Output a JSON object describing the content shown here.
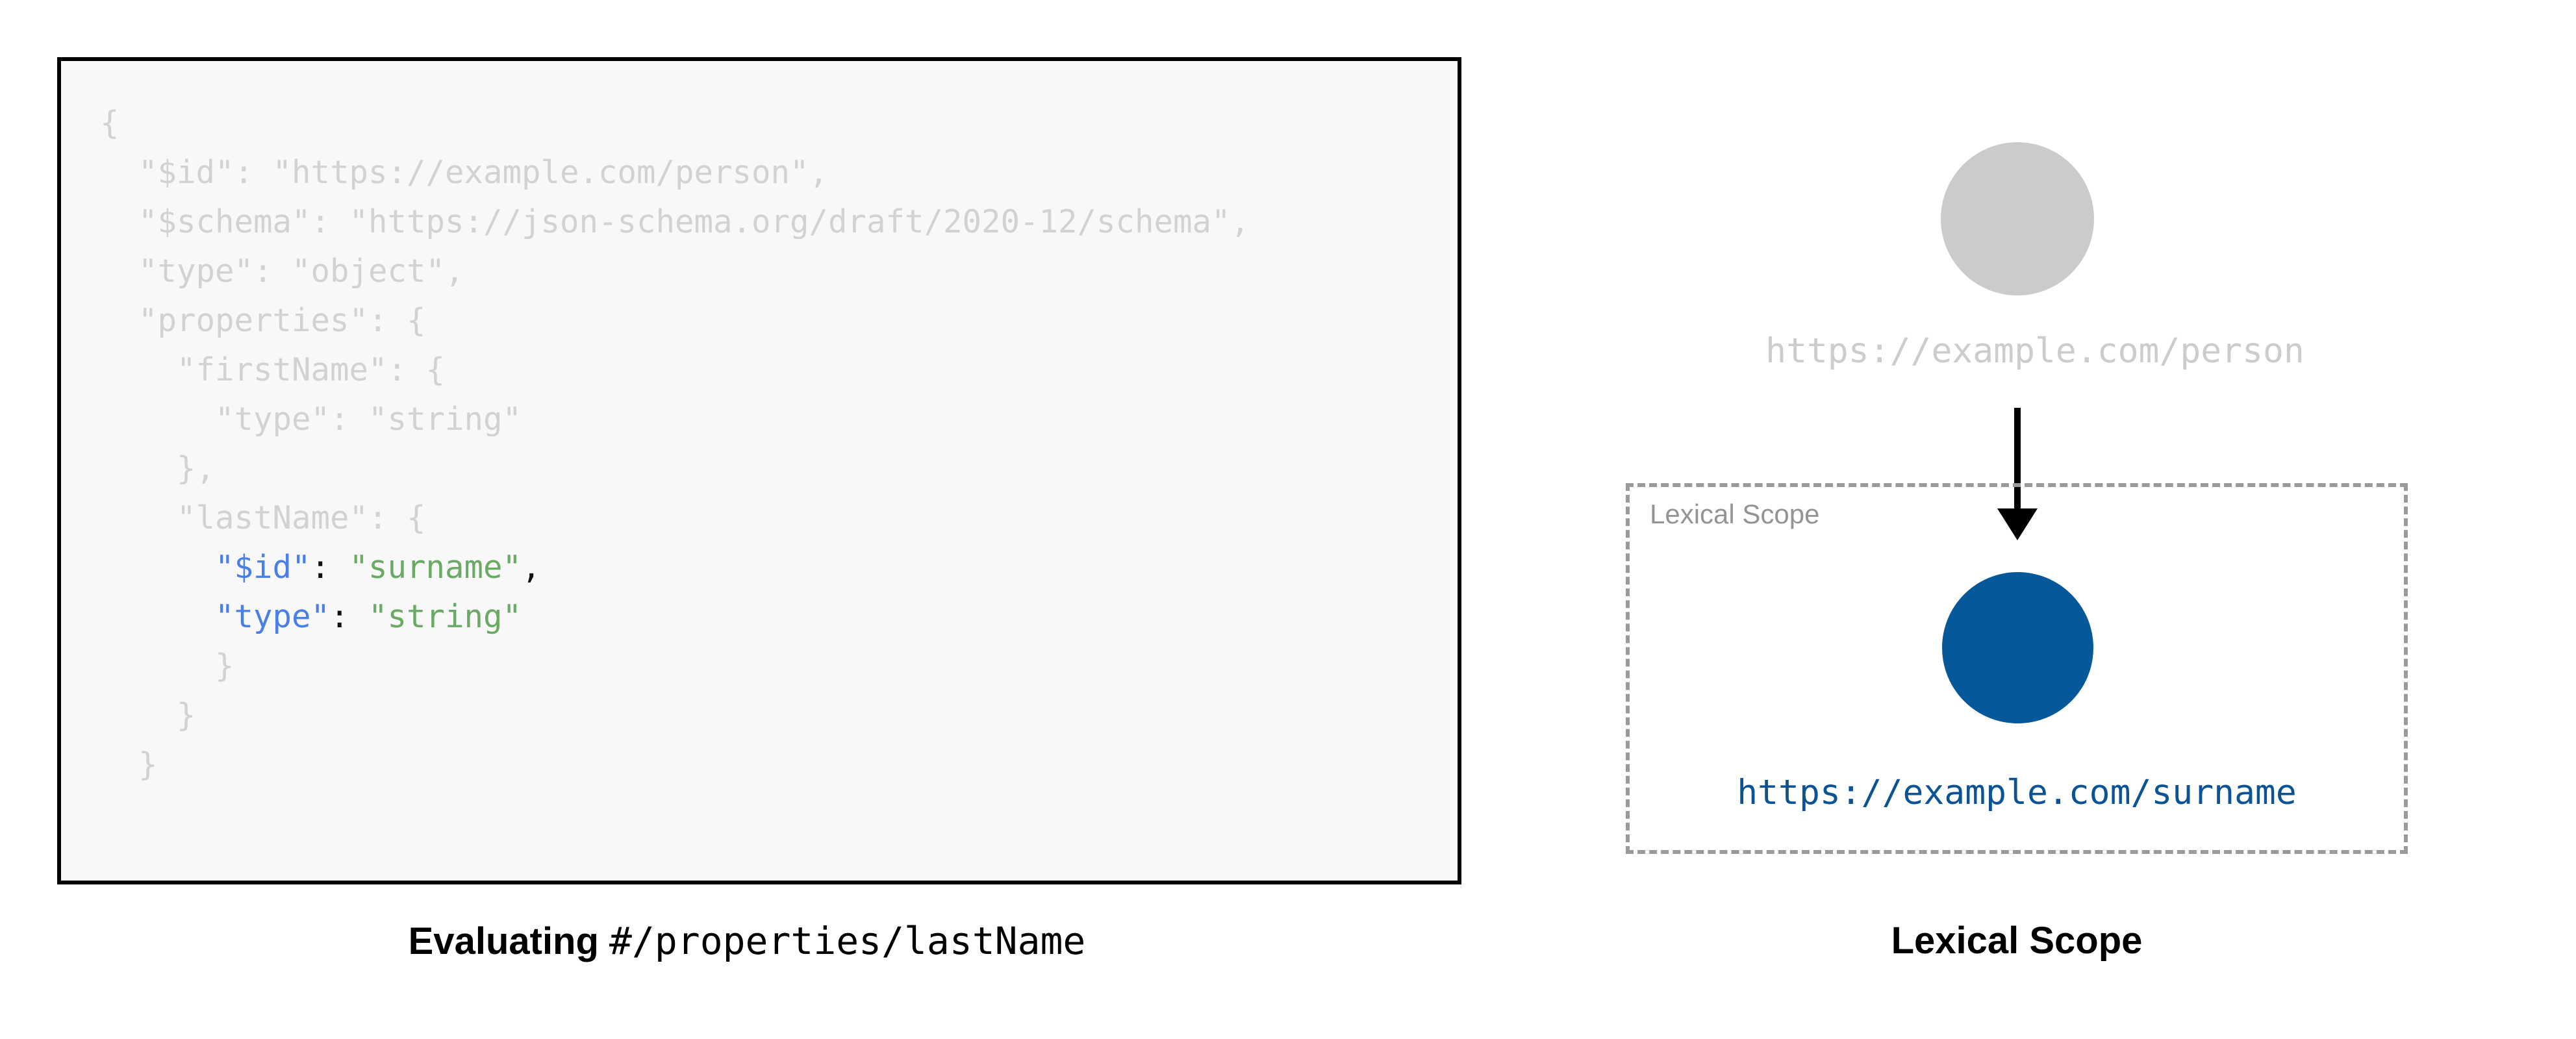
{
  "left": {
    "caption_bold": "Evaluating",
    "caption_mono": "#/properties/lastName",
    "code_lines": [
      {
        "indent": 0,
        "segments": [
          {
            "text": "{",
            "style": "dim"
          }
        ]
      },
      {
        "indent": 1,
        "segments": [
          {
            "text": "\"$id\": \"https://example.com/person\",",
            "style": "dim"
          }
        ]
      },
      {
        "indent": 1,
        "segments": [
          {
            "text": "\"$schema\": \"https://json-schema.org/draft/2020-12/schema\",",
            "style": "dim"
          }
        ]
      },
      {
        "indent": 1,
        "segments": [
          {
            "text": "\"type\": \"object\",",
            "style": "dim"
          }
        ]
      },
      {
        "indent": 1,
        "segments": [
          {
            "text": "\"properties\": {",
            "style": "dim"
          }
        ]
      },
      {
        "indent": 2,
        "segments": [
          {
            "text": "\"firstName\": {",
            "style": "dim"
          }
        ]
      },
      {
        "indent": 3,
        "segments": [
          {
            "text": "\"type\": \"string\"",
            "style": "dim"
          }
        ]
      },
      {
        "indent": 2,
        "segments": [
          {
            "text": "},",
            "style": "dim"
          }
        ]
      },
      {
        "indent": 2,
        "segments": [
          {
            "text": "\"lastName\": {",
            "style": "dim"
          }
        ]
      },
      {
        "indent": 3,
        "segments": [
          {
            "text": "\"$id\"",
            "style": "key"
          },
          {
            "text": ": ",
            "style": "pun"
          },
          {
            "text": "\"surname\"",
            "style": "str"
          },
          {
            "text": ",",
            "style": "pun"
          }
        ]
      },
      {
        "indent": 3,
        "segments": [
          {
            "text": "\"type\"",
            "style": "key"
          },
          {
            "text": ": ",
            "style": "pun"
          },
          {
            "text": "\"string\"",
            "style": "str"
          }
        ]
      },
      {
        "indent": 3,
        "segments": [
          {
            "text": "}",
            "style": "dim"
          }
        ]
      },
      {
        "indent": 2,
        "segments": [
          {
            "text": "}",
            "style": "dim"
          }
        ]
      },
      {
        "indent": 1,
        "segments": [
          {
            "text": "}",
            "style": "dim"
          }
        ]
      }
    ]
  },
  "right": {
    "outer_node_label": "https://example.com/person",
    "scope_label": "Lexical Scope",
    "inner_node_label": "https://example.com/surname",
    "caption": "Lexical Scope"
  },
  "colors": {
    "card_background": "#f8f8f8",
    "card_border": "#000000",
    "code_dim": "#d2d2d2",
    "code_key": "#4a7fe8",
    "code_string": "#6aaa64",
    "code_punctuation": "#111111",
    "outer_node_fill": "#cbcbcb",
    "outer_node_text": "#cccccc",
    "scope_border": "#9a9a9a",
    "scope_label_text": "#949494",
    "inner_node_fill": "#05589a",
    "inner_node_text": "#0b5394",
    "arrow": "#000000"
  }
}
